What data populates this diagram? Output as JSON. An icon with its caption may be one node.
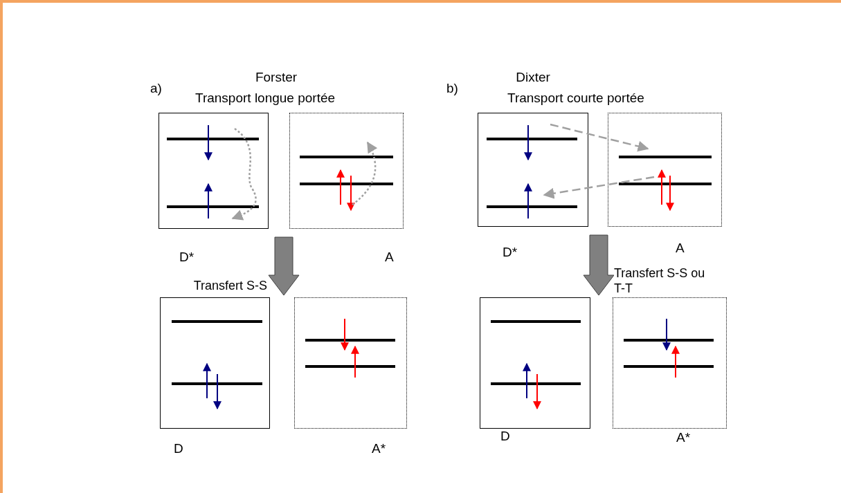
{
  "diagram": {
    "nodes": [
      {
        "text": [],
        "shape": "box",
        "beside": [
          "D*"
        ]
      },
      {
        "text": [],
        "shape": "box",
        "beside": [
          "A"
        ]
      },
      {
        "text": [],
        "shape": "box",
        "beside": [
          "D"
        ]
      },
      {
        "text": [],
        "shape": "box",
        "beside": [
          "A*"
        ]
      },
      {
        "text": [],
        "shape": "box",
        "beside": [
          "D*"
        ]
      },
      {
        "text": [],
        "shape": "box",
        "beside": [
          "A"
        ]
      },
      {
        "text": [],
        "shape": "box",
        "beside": [
          "D"
        ]
      },
      {
        "text": [],
        "shape": "box",
        "beside": [
          "A*"
        ]
      }
    ],
    "edges": [
      {
        "from": 0,
        "to": 2,
        "arrow": "to",
        "style": "thick",
        "label": "Transfert S-S"
      },
      {
        "from": 4,
        "to": 6,
        "arrow": "to",
        "style": "thick",
        "label": "Transfert S-S ou T-T"
      },
      {
        "from": 4,
        "to": 5,
        "arrow": "to",
        "style": "dashed"
      },
      {
        "from": 5,
        "to": 4,
        "arrow": "to",
        "style": "dashed"
      }
    ],
    "labels": [
      "a)",
      "Forster",
      "Transport longue portée",
      "b)",
      "Dixter",
      "Transport courte portée"
    ]
  }
}
